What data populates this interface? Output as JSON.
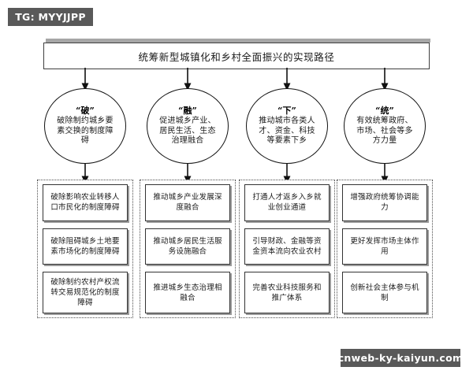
{
  "watermarks": {
    "top_left": "TG: MYYJJPP",
    "bottom_right": "cnweb-ky-kaiyun.com"
  },
  "colors": {
    "background": "#ffffff",
    "watermark_background": "#595959",
    "watermark_text": "#ffffff",
    "box_border": "#333333",
    "box_shadow": "#9a9a9a",
    "dotted_border": "#4d4d4d",
    "title_shadow": "#a6a6a6",
    "text": "#1a1a1a"
  },
  "root": {
    "title": "统筹新型城镇化和乡村全面振兴的实现路径"
  },
  "branches": [
    {
      "key": "“破”",
      "summary": "破除制约城乡要素交换的制度障碍",
      "items": [
        "破除影响农业转移人口市民化的制度障碍",
        "破除阻碍城乡土地要素市场化的制度障碍",
        "破除制约农村产权流转交易规范化的制度障碍"
      ]
    },
    {
      "key": "“融”",
      "summary": "促进城乡产业、居民生活、生态治理融合",
      "items": [
        "推动城乡产业发展深度融合",
        "推动城乡居民生活服务设施融合",
        "推进城乡生态治理相融合"
      ]
    },
    {
      "key": "“下”",
      "summary": "推动城市各类人才、资金、科技等要素下乡",
      "items": [
        "打通人才返乡入乡就业创业通道",
        "引导财政、金融等资金资本流向农业农村",
        "完善农业科技服务和推广体系"
      ]
    },
    {
      "key": "“统”",
      "summary": "有效统筹政府、市场、社会等多方力量",
      "items": [
        "增强政府统筹协调能力",
        "更好发挥市场主体作用",
        "创新社会主体参与机制"
      ]
    }
  ]
}
